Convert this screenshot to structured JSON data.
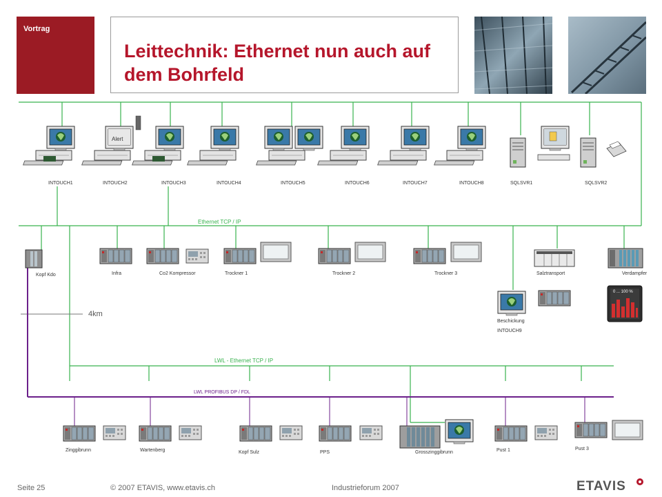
{
  "header": {
    "tag": "Vortrag",
    "title": "Leittechnik: Ethernet nun auch auf dem Bohrfeld"
  },
  "stations": [
    "INTOUCH1",
    "INTOUCH2",
    "INTOUCH3",
    "INTOUCH4",
    "INTOUCH5",
    "INTOUCH6",
    "INTOUCH7",
    "INTOUCH8",
    "SQLSVR1",
    "SQLSVR2"
  ],
  "networks": {
    "ethernet": "Ethernet TCP / IP",
    "lwl_ethernet": "LWL - Ethernet TCP / IP",
    "profibus": "LWL  PROFIBUS DP / FDL",
    "distance": "4km"
  },
  "plant_nodes": [
    "Kopf Kdo",
    "Infra",
    "Co2 Kompressor",
    "Trockner 1",
    "Trockner 2",
    "Trockner 3",
    "Salztransport",
    "Verdampfer"
  ],
  "beschickung": {
    "label": "Beschickung",
    "station": "INTOUCH9"
  },
  "gauge_label": "0 ... 100 %",
  "field_nodes": [
    "Zinggibrunn",
    "Wartenberg",
    "Kopf Sulz",
    "PPS",
    "Grosszinggibrunn",
    "Pust 1",
    "Pust 3"
  ],
  "footer": {
    "page": "Seite 25",
    "copyright": "© 2007 ETAVIS, www.etavis.ch",
    "event": "Industrieforum 2007",
    "logo": "ETAVIS"
  },
  "colors": {
    "brand_red": "#9b1b24",
    "title_red": "#b5162b",
    "ethernet_green": "#37b24d",
    "profibus_purple": "#6b1f8a"
  }
}
